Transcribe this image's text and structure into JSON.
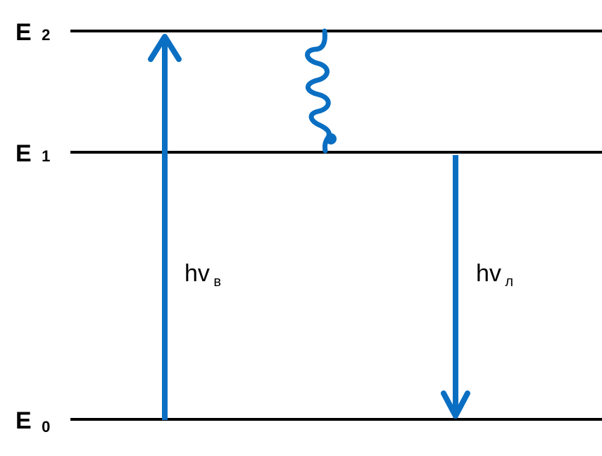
{
  "levels": [
    {
      "id": "E2",
      "symbol": "E",
      "subscript": "2"
    },
    {
      "id": "E1",
      "symbol": "E",
      "subscript": "1"
    },
    {
      "id": "E0",
      "symbol": "E",
      "subscript": "0"
    }
  ],
  "transitions": {
    "absorption": {
      "symbol": "hv",
      "subscript": "в",
      "from": "E0",
      "to": "E2"
    },
    "nonradiative": {
      "from": "E2",
      "to": "E1"
    },
    "emission": {
      "symbol": "hv",
      "subscript": "л",
      "from": "E1",
      "to": "E0"
    }
  },
  "colors": {
    "level_line": "#000000",
    "arrow": "#0a6fc2",
    "text": "#000000"
  }
}
